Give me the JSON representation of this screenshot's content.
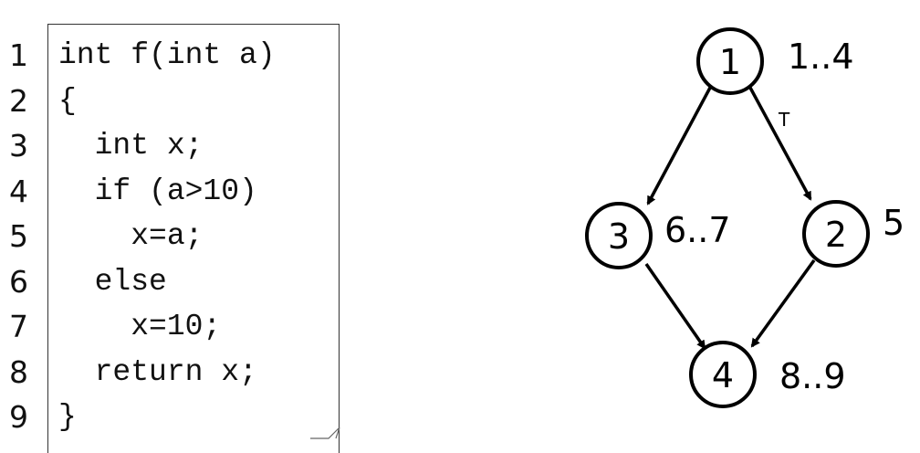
{
  "code": {
    "line_numbers": [
      "1",
      "2",
      "3",
      "4",
      "5",
      "6",
      "7",
      "8",
      "9"
    ],
    "lines": [
      "int f(int a)",
      "{",
      "  int x;",
      "  if (a>10)",
      "    x=a;",
      "  else",
      "    x=10;",
      "  return x;",
      "}"
    ]
  },
  "graph": {
    "nodes": [
      {
        "id": "1",
        "label": "1",
        "range": "1..4"
      },
      {
        "id": "2",
        "label": "2",
        "range": "5"
      },
      {
        "id": "3",
        "label": "3",
        "range": "6..7"
      },
      {
        "id": "4",
        "label": "4",
        "range": "8..9"
      }
    ],
    "edges": [
      {
        "from": "1",
        "to": "3",
        "label": ""
      },
      {
        "from": "1",
        "to": "2",
        "label": "T"
      },
      {
        "from": "3",
        "to": "4",
        "label": ""
      },
      {
        "from": "2",
        "to": "4",
        "label": ""
      }
    ]
  }
}
